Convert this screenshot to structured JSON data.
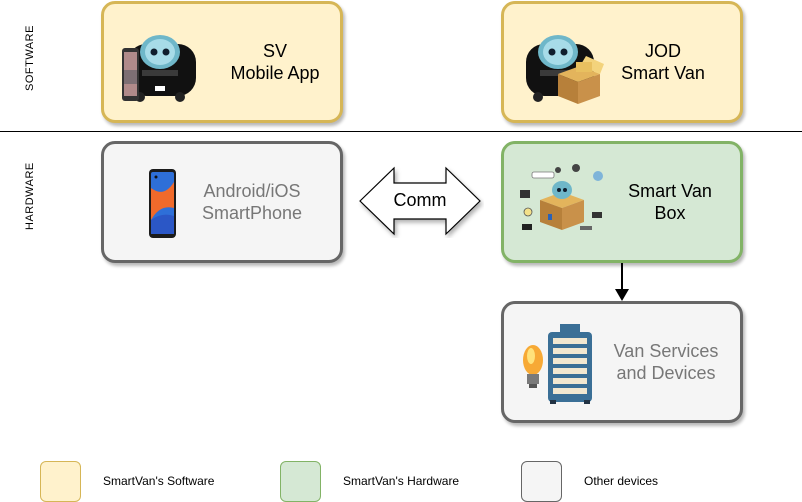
{
  "sections": {
    "software_label": "SOFTWARE",
    "hardware_label": "HARDWARE"
  },
  "nodes": {
    "sv_app": {
      "line1": "SV",
      "line2": "Mobile App",
      "icon": "van-robot-phone-icon"
    },
    "jod_van": {
      "line1": "JOD",
      "line2": "Smart Van",
      "icon": "van-robot-box-icon"
    },
    "smartphone": {
      "line1": "Android/iOS",
      "line2": "SmartPhone",
      "icon": "smartphone-icon"
    },
    "comm": {
      "label": "Comm",
      "icon": "double-arrow-icon"
    },
    "van_box": {
      "line1": "Smart Van",
      "line2": "Box",
      "icon": "iot-box-icon"
    },
    "van_services": {
      "line1": "Van Services",
      "line2": "and Devices",
      "icon": "bulb-and-rack-icon"
    }
  },
  "legend": [
    {
      "label": "SmartVan's Software",
      "color": "#fff2cc"
    },
    {
      "label": "SmartVan's Hardware",
      "color": "#d5e8d4"
    },
    {
      "label": "Other devices",
      "color": "#f5f5f5"
    }
  ],
  "colors": {
    "software_fill": "#fff2cc",
    "software_border": "#d6b656",
    "hardware_fill": "#d5e8d4",
    "hardware_border": "#82b366",
    "other_fill": "#f5f5f5",
    "other_border": "#666666"
  }
}
